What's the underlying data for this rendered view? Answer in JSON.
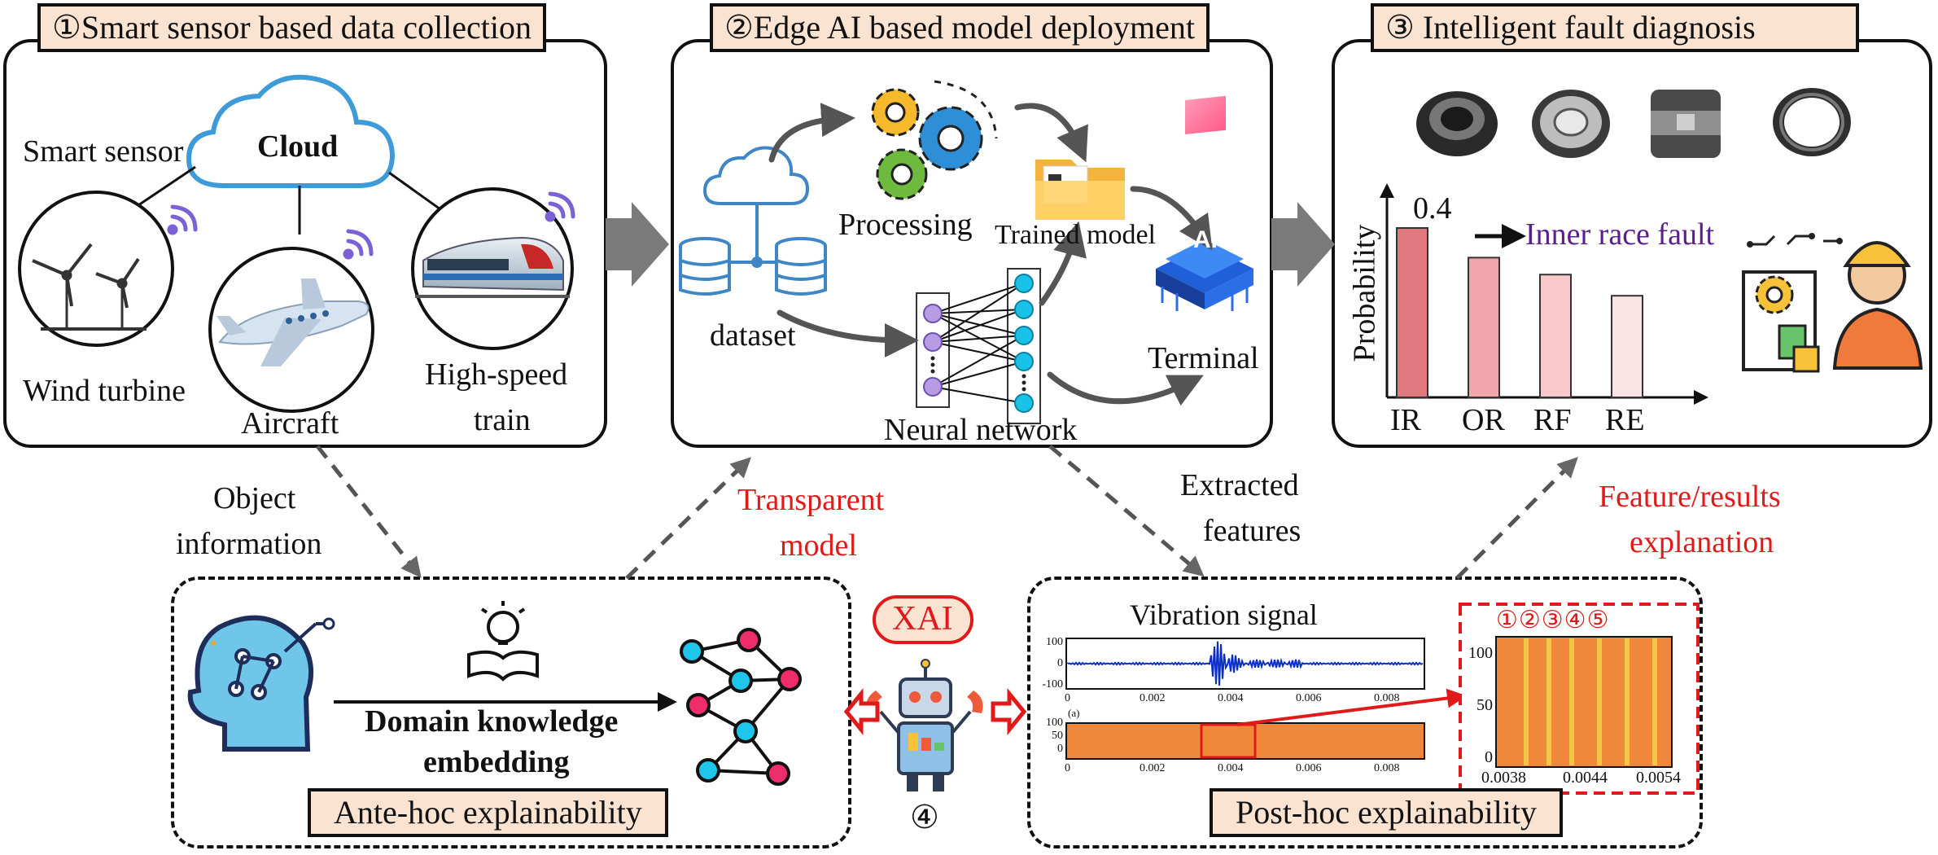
{
  "section1": {
    "tag": "①Smart sensor based data collection",
    "cloud": "Cloud",
    "smart_sensor": "Smart sensor",
    "wind_turbine": "Wind turbine",
    "aircraft": "Aircraft",
    "train_line1": "High-speed",
    "train_line2": "train"
  },
  "section2": {
    "tag": "②Edge AI based  model deployment",
    "processing": "Processing",
    "trained_model": "Trained model",
    "dataset": "dataset",
    "terminal": "Terminal",
    "neural_network": "Neural network",
    "ai_chip": "AI"
  },
  "section3": {
    "tag": "③   Intelligent fault diagnosis",
    "peak_value": "0.4",
    "annotation": "Inner race fault",
    "ylabel": "Probability"
  },
  "chart_data": {
    "type": "bar",
    "categories": [
      "IR",
      "OR",
      "RF",
      "RE"
    ],
    "values": [
      0.4,
      0.33,
      0.29,
      0.24
    ],
    "ylabel": "Probability",
    "colors": [
      "#e07a80",
      "#f2a6ac",
      "#f8c8cb",
      "#fbe4e5"
    ]
  },
  "connectors": {
    "object_line1": "Object",
    "object_line2": "information",
    "transparent_line1": "Transparent",
    "transparent_line2": "model",
    "extracted_line1": "Extracted",
    "extracted_line2": "features",
    "feature_line1": "Feature/results",
    "feature_line2": "explanation"
  },
  "bottom_left": {
    "domain_line1": "Domain knowledge",
    "domain_line2": "embedding",
    "tag": "Ante-hoc explainability"
  },
  "xai": {
    "label": "XAI",
    "number": "④"
  },
  "bottom_right": {
    "vibration_title": "Vibration signal",
    "tag": "Post-hoc explainability",
    "sig_y_ticks": [
      "100",
      "0",
      "-100"
    ],
    "spec_y_ticks": [
      "100",
      "50",
      "0"
    ],
    "x_ticks": [
      "0",
      "0.002",
      "0.004",
      "0.006",
      "0.008"
    ],
    "panel_a": "(a)",
    "zoom_y_ticks": [
      "100",
      "50",
      "0"
    ],
    "zoom_x_ticks": [
      "0.0038",
      "0.0044",
      "0.0054"
    ],
    "zoom_markers": "①②③④⑤"
  },
  "colors": {
    "tag_fill": "#fbe3d2",
    "accent_red": "#e01a1a",
    "arrow_gray": "#7a7a7a",
    "purple": "#5a1f8c",
    "spectrum_orange": "#f0883c"
  }
}
